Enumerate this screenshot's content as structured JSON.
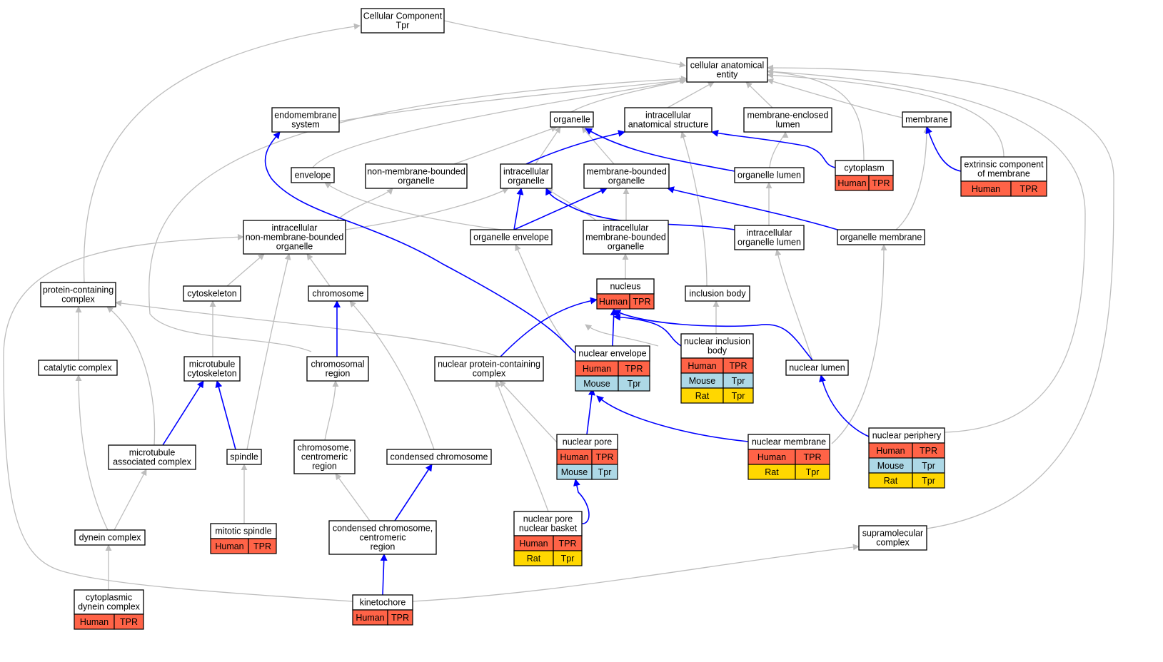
{
  "title": "",
  "colors": {
    "Human": "#ff6347",
    "Mouse": "#add8e6",
    "Rat": "#ffd700",
    "gray_edge": "#bdbdbd",
    "blue_edge": "#0000ff"
  },
  "nodes": [
    {
      "id": "cc",
      "lines": [
        "Cellular Component",
        "Tpr"
      ]
    },
    {
      "id": "cae",
      "lines": [
        "cellular anatomical",
        "entity"
      ]
    },
    {
      "id": "endo",
      "lines": [
        "endomembrane",
        "system"
      ]
    },
    {
      "id": "organelle",
      "lines": [
        "organelle"
      ]
    },
    {
      "id": "ias",
      "lines": [
        "intracellular",
        "anatomical structure"
      ]
    },
    {
      "id": "mel",
      "lines": [
        "membrane-enclosed",
        "lumen"
      ]
    },
    {
      "id": "membrane",
      "lines": [
        "membrane"
      ]
    },
    {
      "id": "envelope",
      "lines": [
        "envelope"
      ]
    },
    {
      "id": "nmbo",
      "lines": [
        "non-membrane-bounded",
        "organelle"
      ]
    },
    {
      "id": "io",
      "lines": [
        "intracellular",
        "organelle"
      ]
    },
    {
      "id": "mbo",
      "lines": [
        "membrane-bounded",
        "organelle"
      ]
    },
    {
      "id": "olumen",
      "lines": [
        "organelle lumen"
      ]
    },
    {
      "id": "cytoplasm",
      "lines": [
        "cytoplasm"
      ],
      "species": [
        [
          "Human",
          "TPR"
        ]
      ]
    },
    {
      "id": "ecm",
      "lines": [
        "extrinsic component",
        "of membrane"
      ],
      "species": [
        [
          "Human",
          "TPR"
        ]
      ]
    },
    {
      "id": "inmbo",
      "lines": [
        "intracellular",
        "non-membrane-bounded",
        "organelle"
      ]
    },
    {
      "id": "oenv",
      "lines": [
        "organelle envelope"
      ]
    },
    {
      "id": "imbo",
      "lines": [
        "intracellular",
        "membrane-bounded",
        "organelle"
      ]
    },
    {
      "id": "iol",
      "lines": [
        "intracellular",
        "organelle lumen"
      ]
    },
    {
      "id": "omem",
      "lines": [
        "organelle membrane"
      ]
    },
    {
      "id": "pcc",
      "lines": [
        "protein-containing",
        "complex"
      ]
    },
    {
      "id": "cytosk",
      "lines": [
        "cytoskeleton"
      ]
    },
    {
      "id": "chrom",
      "lines": [
        "chromosome"
      ]
    },
    {
      "id": "nucleus",
      "lines": [
        "nucleus"
      ],
      "species": [
        [
          "Human",
          "TPR"
        ]
      ]
    },
    {
      "id": "ib",
      "lines": [
        "inclusion body"
      ]
    },
    {
      "id": "catc",
      "lines": [
        "catalytic complex"
      ]
    },
    {
      "id": "mtc",
      "lines": [
        "microtubule",
        "cytoskeleton"
      ]
    },
    {
      "id": "chromreg",
      "lines": [
        "chromosomal",
        "region"
      ]
    },
    {
      "id": "npcc",
      "lines": [
        "nuclear protein-containing",
        "complex"
      ]
    },
    {
      "id": "nenv",
      "lines": [
        "nuclear envelope"
      ],
      "species": [
        [
          "Human",
          "TPR"
        ],
        [
          "Mouse",
          "Tpr"
        ]
      ]
    },
    {
      "id": "nib",
      "lines": [
        "nuclear inclusion",
        "body"
      ],
      "species": [
        [
          "Human",
          "TPR"
        ],
        [
          "Mouse",
          "Tpr"
        ],
        [
          "Rat",
          "Tpr"
        ]
      ]
    },
    {
      "id": "nlumen",
      "lines": [
        "nuclear lumen"
      ]
    },
    {
      "id": "mac",
      "lines": [
        "microtubule",
        "associated complex"
      ]
    },
    {
      "id": "spindle",
      "lines": [
        "spindle"
      ]
    },
    {
      "id": "ccr",
      "lines": [
        "chromosome,",
        "centromeric",
        "region"
      ]
    },
    {
      "id": "cchrom",
      "lines": [
        "condensed chromosome"
      ]
    },
    {
      "id": "npore",
      "lines": [
        "nuclear pore"
      ],
      "species": [
        [
          "Human",
          "TPR"
        ],
        [
          "Mouse",
          "Tpr"
        ]
      ]
    },
    {
      "id": "nmem",
      "lines": [
        "nuclear membrane"
      ],
      "species": [
        [
          "Human",
          "TPR"
        ],
        [
          "Rat",
          "Tpr"
        ]
      ]
    },
    {
      "id": "nperiph",
      "lines": [
        "nuclear periphery"
      ],
      "species": [
        [
          "Human",
          "TPR"
        ],
        [
          "Mouse",
          "Tpr"
        ],
        [
          "Rat",
          "Tpr"
        ]
      ]
    },
    {
      "id": "dynein",
      "lines": [
        "dynein complex"
      ]
    },
    {
      "id": "mspindle",
      "lines": [
        "mitotic spindle"
      ],
      "species": [
        [
          "Human",
          "TPR"
        ]
      ]
    },
    {
      "id": "cccr",
      "lines": [
        "condensed chromosome,",
        "centromeric",
        "region"
      ]
    },
    {
      "id": "npnb",
      "lines": [
        "nuclear pore",
        "nuclear basket"
      ],
      "species": [
        [
          "Human",
          "TPR"
        ],
        [
          "Rat",
          "Tpr"
        ]
      ]
    },
    {
      "id": "smc",
      "lines": [
        "supramolecular",
        "complex"
      ]
    },
    {
      "id": "cdc",
      "lines": [
        "cytoplasmic",
        "dynein complex"
      ],
      "species": [
        [
          "Human",
          "TPR"
        ]
      ]
    },
    {
      "id": "kinet",
      "lines": [
        "kinetochore"
      ],
      "species": [
        [
          "Human",
          "TPR"
        ]
      ]
    }
  ]
}
